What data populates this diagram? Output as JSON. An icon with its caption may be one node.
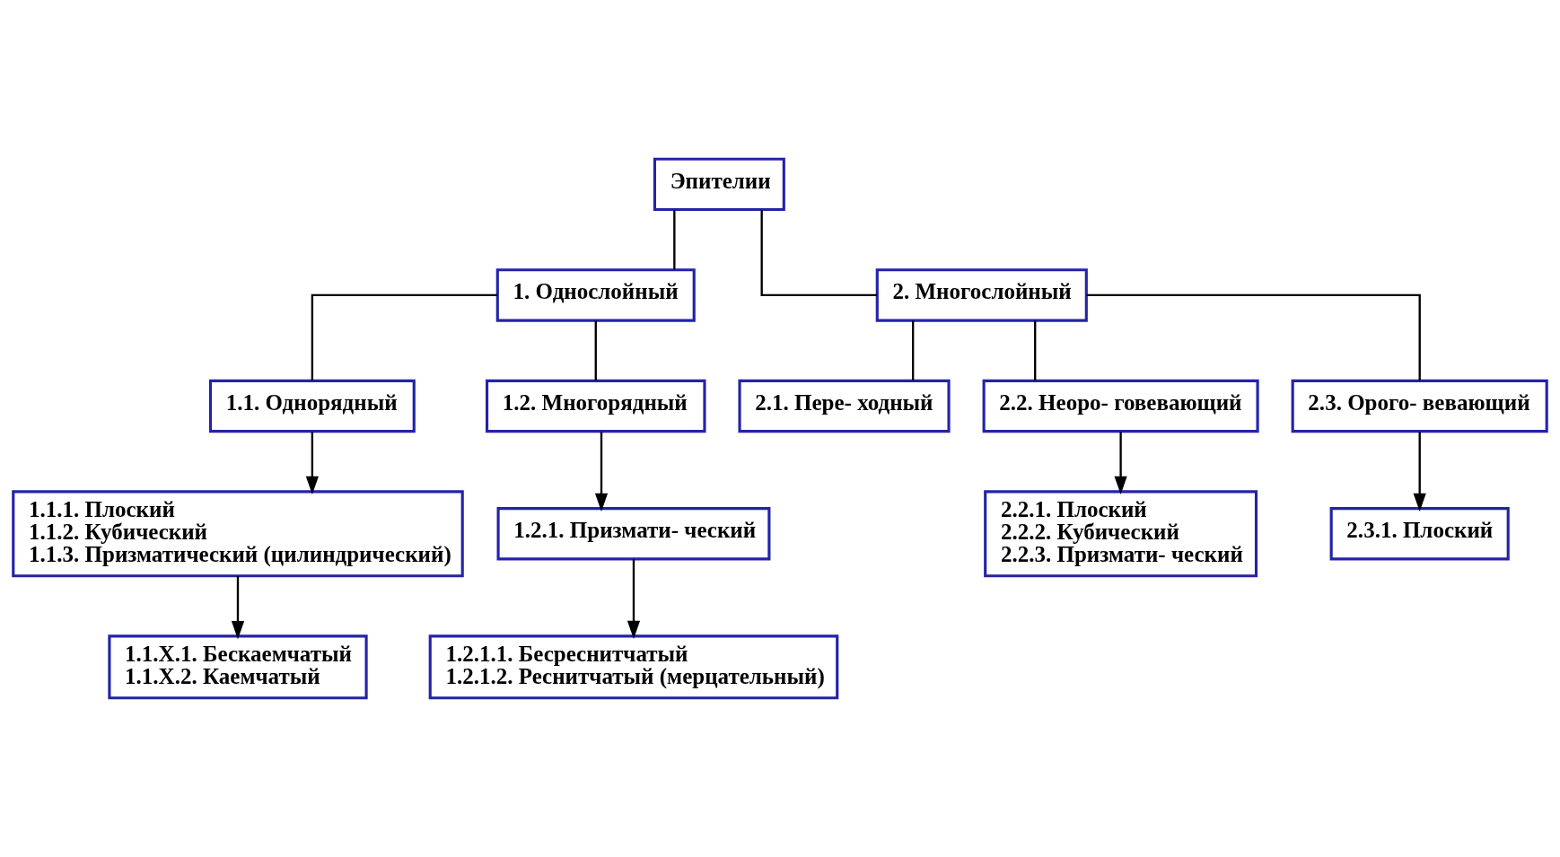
{
  "diagram": {
    "nodes": [
      {
        "text": [
          "Эпителии"
        ]
      },
      {
        "text": [
          "1. Однослойный"
        ]
      },
      {
        "text": [
          "2. Многослойный"
        ]
      },
      {
        "text": [
          "1.1. Однорядный"
        ]
      },
      {
        "text": [
          "1.2. Многорядный"
        ]
      },
      {
        "text": [
          "2.1. Пере- ходный"
        ]
      },
      {
        "text": [
          "2.2. Неоро- говевающий"
        ]
      },
      {
        "text": [
          "2.3. Орого- вевающий"
        ]
      },
      {
        "text": [
          "1.1.1. Плоский",
          "1.1.2. Кубический",
          "1.1.3. Призматический (цилиндрический)"
        ]
      },
      {
        "text": [
          "1.2.1. Призмати- ческий"
        ]
      },
      {
        "text": [
          "2.2.1. Плоский",
          "2.2.2. Кубический",
          "2.2.3. Призмати- ческий"
        ]
      },
      {
        "text": [
          "2.3.1. Плоский"
        ]
      },
      {
        "text": [
          "1.1.X.1. Бескаемчатый",
          "1.1.X.2. Каемчатый"
        ]
      },
      {
        "text": [
          "1.2.1.1. Бесреснитчатый",
          "1.2.1.2. Реснитчатый (мерцательный)"
        ]
      }
    ],
    "edges": [
      {
        "from": 0,
        "to": 1,
        "arrow": "none"
      },
      {
        "from": 0,
        "to": 2,
        "arrow": "none"
      },
      {
        "from": 1,
        "to": 3,
        "arrow": "none"
      },
      {
        "from": 1,
        "to": 4,
        "arrow": "none"
      },
      {
        "from": 2,
        "to": 5,
        "arrow": "none"
      },
      {
        "from": 2,
        "to": 6,
        "arrow": "none"
      },
      {
        "from": 2,
        "to": 7,
        "arrow": "none"
      },
      {
        "from": 3,
        "to": 8,
        "arrow": "to"
      },
      {
        "from": 4,
        "to": 9,
        "arrow": "to"
      },
      {
        "from": 6,
        "to": 10,
        "arrow": "to"
      },
      {
        "from": 7,
        "to": 11,
        "arrow": "to"
      },
      {
        "from": 8,
        "to": 12,
        "arrow": "to"
      },
      {
        "from": 9,
        "to": 13,
        "arrow": "to"
      }
    ]
  }
}
